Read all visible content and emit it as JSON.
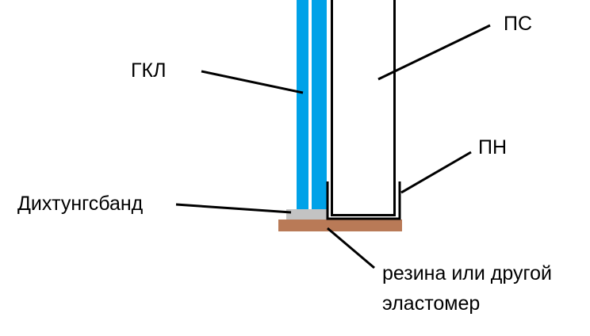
{
  "labels": {
    "gkl": "ГКЛ",
    "ps": "ПС",
    "pn": "ПН",
    "dichtungsband": "Дихтунгсбанд",
    "elastomer_line1": "резина или другой",
    "elastomer_line2": "эластомер"
  },
  "colors": {
    "drywall": "#00a2e8",
    "sealing_tape": "#c3c3c3",
    "elastomer": "#b97a57",
    "profile": "#000000"
  }
}
